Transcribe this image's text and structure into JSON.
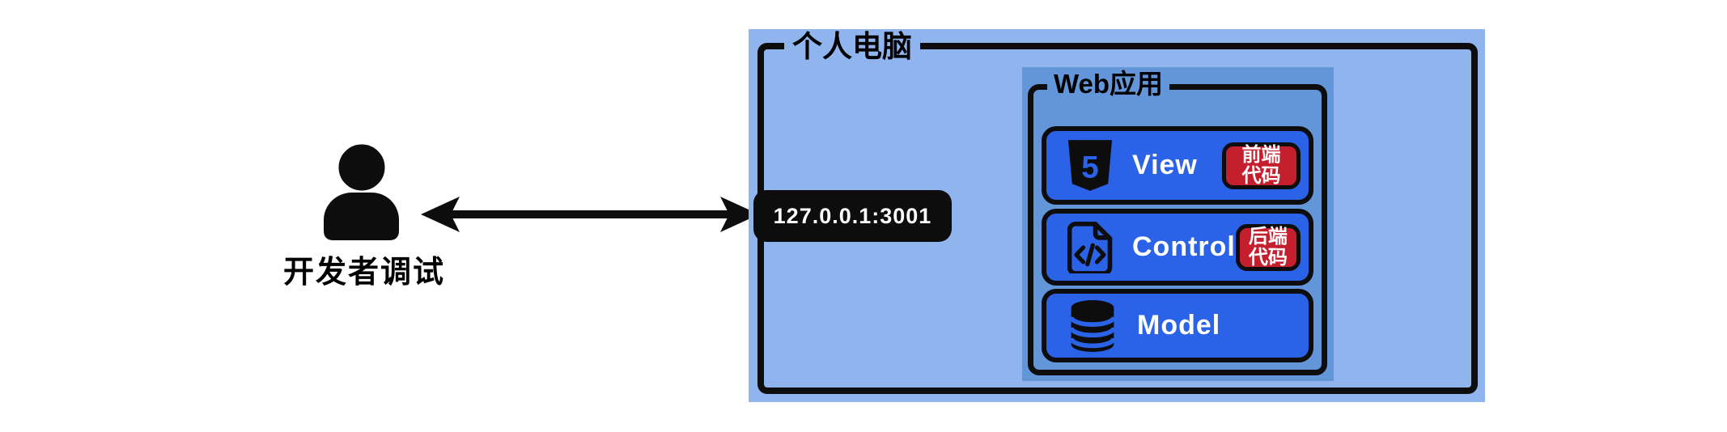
{
  "diagram": {
    "person": {
      "label": "开发者调试",
      "icon": "person-icon"
    },
    "connection": {
      "address": "127.0.0.1:3001",
      "style": "double-headed-arrow"
    },
    "computer": {
      "title": "个人电脑"
    },
    "webapp": {
      "title": "Web应用",
      "layers": [
        {
          "name": "View",
          "icon": "html5-icon",
          "badge": {
            "line1": "前端",
            "line2": "代码"
          }
        },
        {
          "name": "Control",
          "icon": "code-file-icon",
          "badge": {
            "line1": "后端",
            "line2": "代码"
          }
        },
        {
          "name": "Model",
          "icon": "database-icon"
        }
      ]
    },
    "colors": {
      "computer_fill": "#8fb4ee",
      "webapp_fill": "#6396d8",
      "layer_fill": "#2b63e8",
      "badge_fill": "#c51f2e",
      "stroke": "#0d0d0d",
      "address_bg": "#0d0d0d",
      "text_light": "#ffffff",
      "text_dark": "#000000"
    }
  }
}
